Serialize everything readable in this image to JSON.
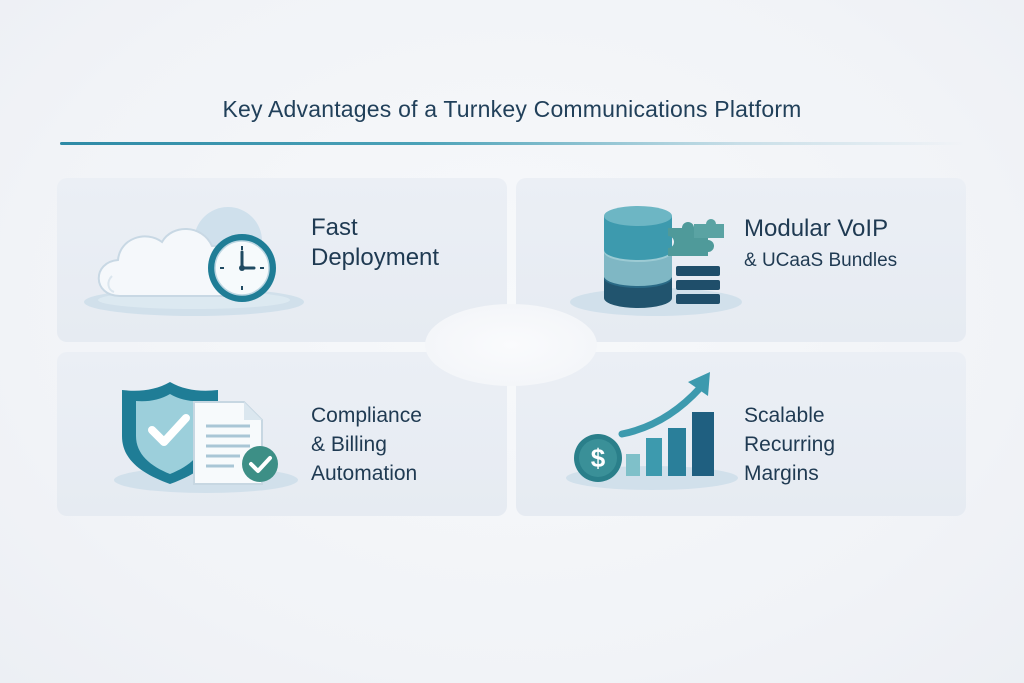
{
  "title": "Key Advantages of a Turnkey Communications Platform",
  "colors": {
    "title_text": "#21405a",
    "accent_teal": "#2e8aa6",
    "card_bg": "#e9edf3",
    "label_text": "#1f3a52"
  },
  "cards": [
    {
      "lines": [
        "Fast",
        "Deployment"
      ],
      "icons": [
        "cloud-icon",
        "clock-icon"
      ]
    },
    {
      "lines": [
        "Modular VoIP",
        "& UCaaS Bundles"
      ],
      "icons": [
        "database-stack-icon",
        "puzzle-piece-icon",
        "server-stack-icon"
      ]
    },
    {
      "lines": [
        "Compliance",
        "& Billing",
        "Automation"
      ],
      "icons": [
        "shield-check-icon",
        "document-icon",
        "check-badge-icon"
      ]
    },
    {
      "lines": [
        "Scalable",
        "Recurring",
        "Margins"
      ],
      "icons": [
        "dollar-coin-icon",
        "bar-chart-icon",
        "trend-arrow-icon"
      ]
    }
  ]
}
